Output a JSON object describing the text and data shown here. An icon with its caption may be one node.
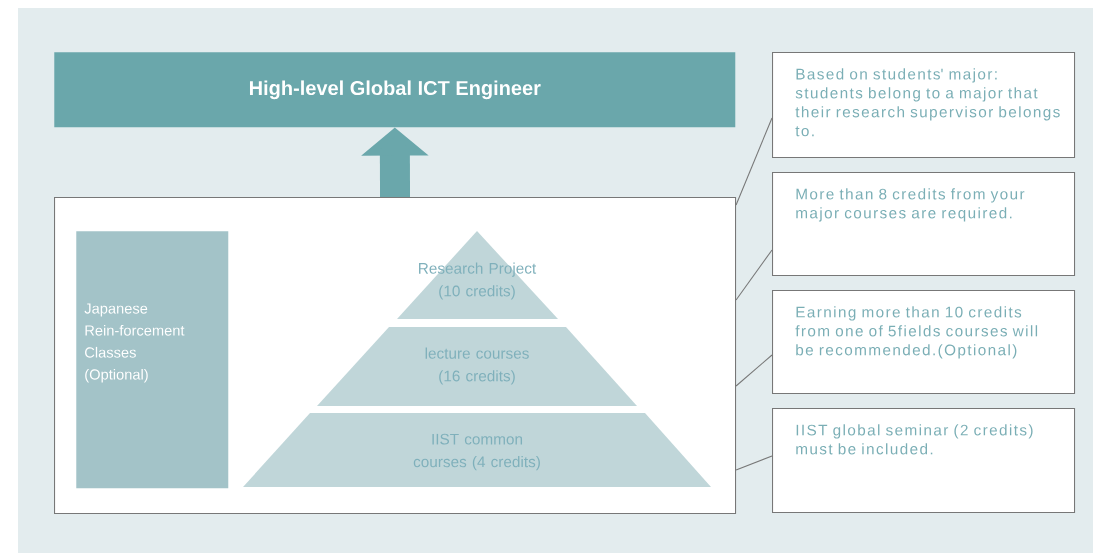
{
  "diagram": {
    "nodes": [
      {
        "text": [
          "High-level Global ICT Engineer"
        ]
      },
      {
        "text": [],
        "shape": "box"
      },
      {
        "text": [
          "Japanese Rein-forcement Classes (Optional)"
        ],
        "in": 1
      },
      {
        "text": [
          "Research Project (10 credits)"
        ],
        "in": 1
      },
      {
        "text": [
          "lecture courses (16 credits)"
        ],
        "in": 1
      },
      {
        "text": [
          "IIST common courses (4 credits)"
        ],
        "in": 1
      },
      {
        "text": [
          "Based on students' major: students belong to a major that their research supervisor belongs to."
        ]
      },
      {
        "text": [
          "More than 8 credits from your major courses are required."
        ]
      },
      {
        "text": [
          "Earning more than 10 credits from one of 5fields courses will be recommended.(Optional)"
        ]
      },
      {
        "text": [
          "IIST global seminar (2 credits) must be included."
        ]
      }
    ],
    "edges": [
      {
        "from": 1,
        "to": 0,
        "arrow": "to",
        "style": "thick"
      },
      {
        "from": 1,
        "to": 6,
        "arrow": "none"
      },
      {
        "from": 1,
        "to": 7,
        "arrow": "none"
      },
      {
        "from": 1,
        "to": 8,
        "arrow": "none"
      },
      {
        "from": 1,
        "to": 9,
        "arrow": "none"
      }
    ]
  }
}
